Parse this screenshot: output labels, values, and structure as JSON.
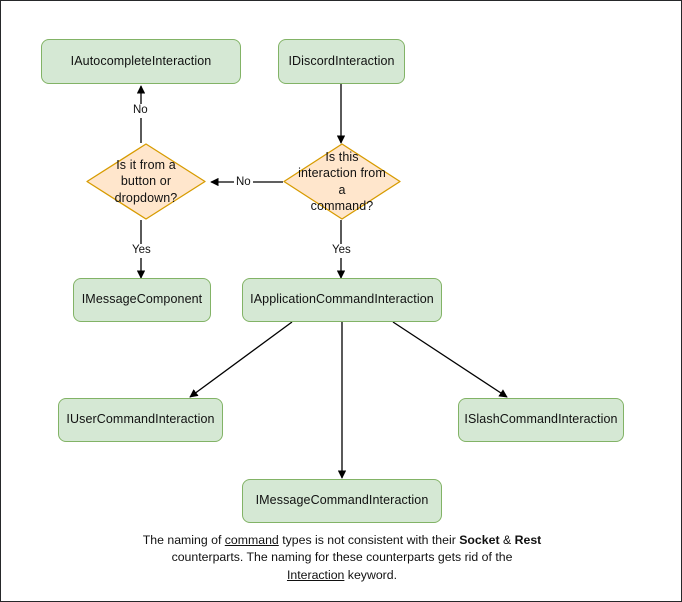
{
  "diagram": {
    "title": "Discord Interaction Type Flowchart",
    "colors": {
      "process_fill": "#d5e8d4",
      "process_stroke": "#82b366",
      "decision_fill": "#ffe6cc",
      "decision_stroke": "#d79b00",
      "edge": "#000000",
      "text": "#111111",
      "frame": "#26282a",
      "background": "#ffffff"
    },
    "nodes": {
      "autocomplete": {
        "label": "IAutocompleteInteraction",
        "type": "process"
      },
      "discord": {
        "label": "IDiscordInteraction",
        "type": "process"
      },
      "decision_button": {
        "label": "Is it from a\nbutton or\ndropdown?",
        "type": "decision"
      },
      "decision_command": {
        "label": "Is this\ninteraction from a\ncommand?",
        "type": "decision"
      },
      "message_component": {
        "label": "IMessageComponent",
        "type": "process"
      },
      "app_command": {
        "label": "IApplicationCommandInteraction",
        "type": "process"
      },
      "user_command": {
        "label": "IUserCommandInteraction",
        "type": "process"
      },
      "slash_command": {
        "label": "ISlashCommandInteraction",
        "type": "process"
      },
      "message_command": {
        "label": "IMessageCommandInteraction",
        "type": "process"
      }
    },
    "edge_labels": {
      "no_up": "No",
      "no_left": "No",
      "yes_left": "Yes",
      "yes_right": "Yes"
    },
    "footnote": {
      "part1": "The naming of ",
      "command": "command",
      "part2": " types is not consistent with their ",
      "socket": "Socket",
      "amp": " & ",
      "rest": "Rest",
      "part3": " counterparts. The naming for these counterparts gets rid of the ",
      "interaction": "Interaction",
      "part4": " keyword."
    }
  }
}
